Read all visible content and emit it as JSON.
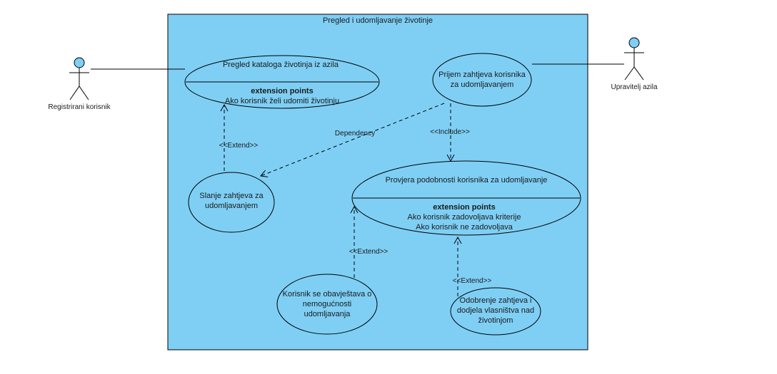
{
  "system": {
    "title": "Pregled i udomljavanje životinje"
  },
  "actors": {
    "registered_user": {
      "name": "Registrirani korisnik"
    },
    "shelter_manager": {
      "name": "Upravitelj azila"
    }
  },
  "use_cases": {
    "catalog": {
      "name": "Pregled kataloga životinja iz azila",
      "ext_title": "extension points",
      "ext_points": [
        "Ako korisnik želi udomiti životinju"
      ]
    },
    "receive_request": {
      "name_lines": [
        "Prijem zahtjeva korisnika",
        "za udomljavanjem"
      ]
    },
    "send_request": {
      "name_lines": [
        "Slanje zahtjeva za",
        "udomljavanjem"
      ]
    },
    "eligibility": {
      "name": "Provjera podobnosti korisnika za udomljavanje",
      "ext_title": "extension points",
      "ext_points": [
        "Ako korisnik zadovoljava kriterije",
        "Ako korisnik ne zadovoljava"
      ]
    },
    "notify": {
      "name_lines": [
        "Korisnik se obavještava o",
        "nemogućnosti",
        "udomljavanja"
      ]
    },
    "approve": {
      "name_lines": [
        "Odobrenje zahtjeva i",
        "dodjela vlasništva nad",
        "životinjom"
      ]
    }
  },
  "relations": {
    "dependency": "Dependency",
    "include": "<<Include>>",
    "extend_send": "<<Extend>>",
    "extend_notify": "<<Extend>>",
    "extend_approve": "<<Extend>>"
  },
  "colors": {
    "system_fill": "#7fcff5",
    "use_case_fill": "#7fcff5",
    "actor_head": "#7fcff5",
    "line": "#000000"
  }
}
